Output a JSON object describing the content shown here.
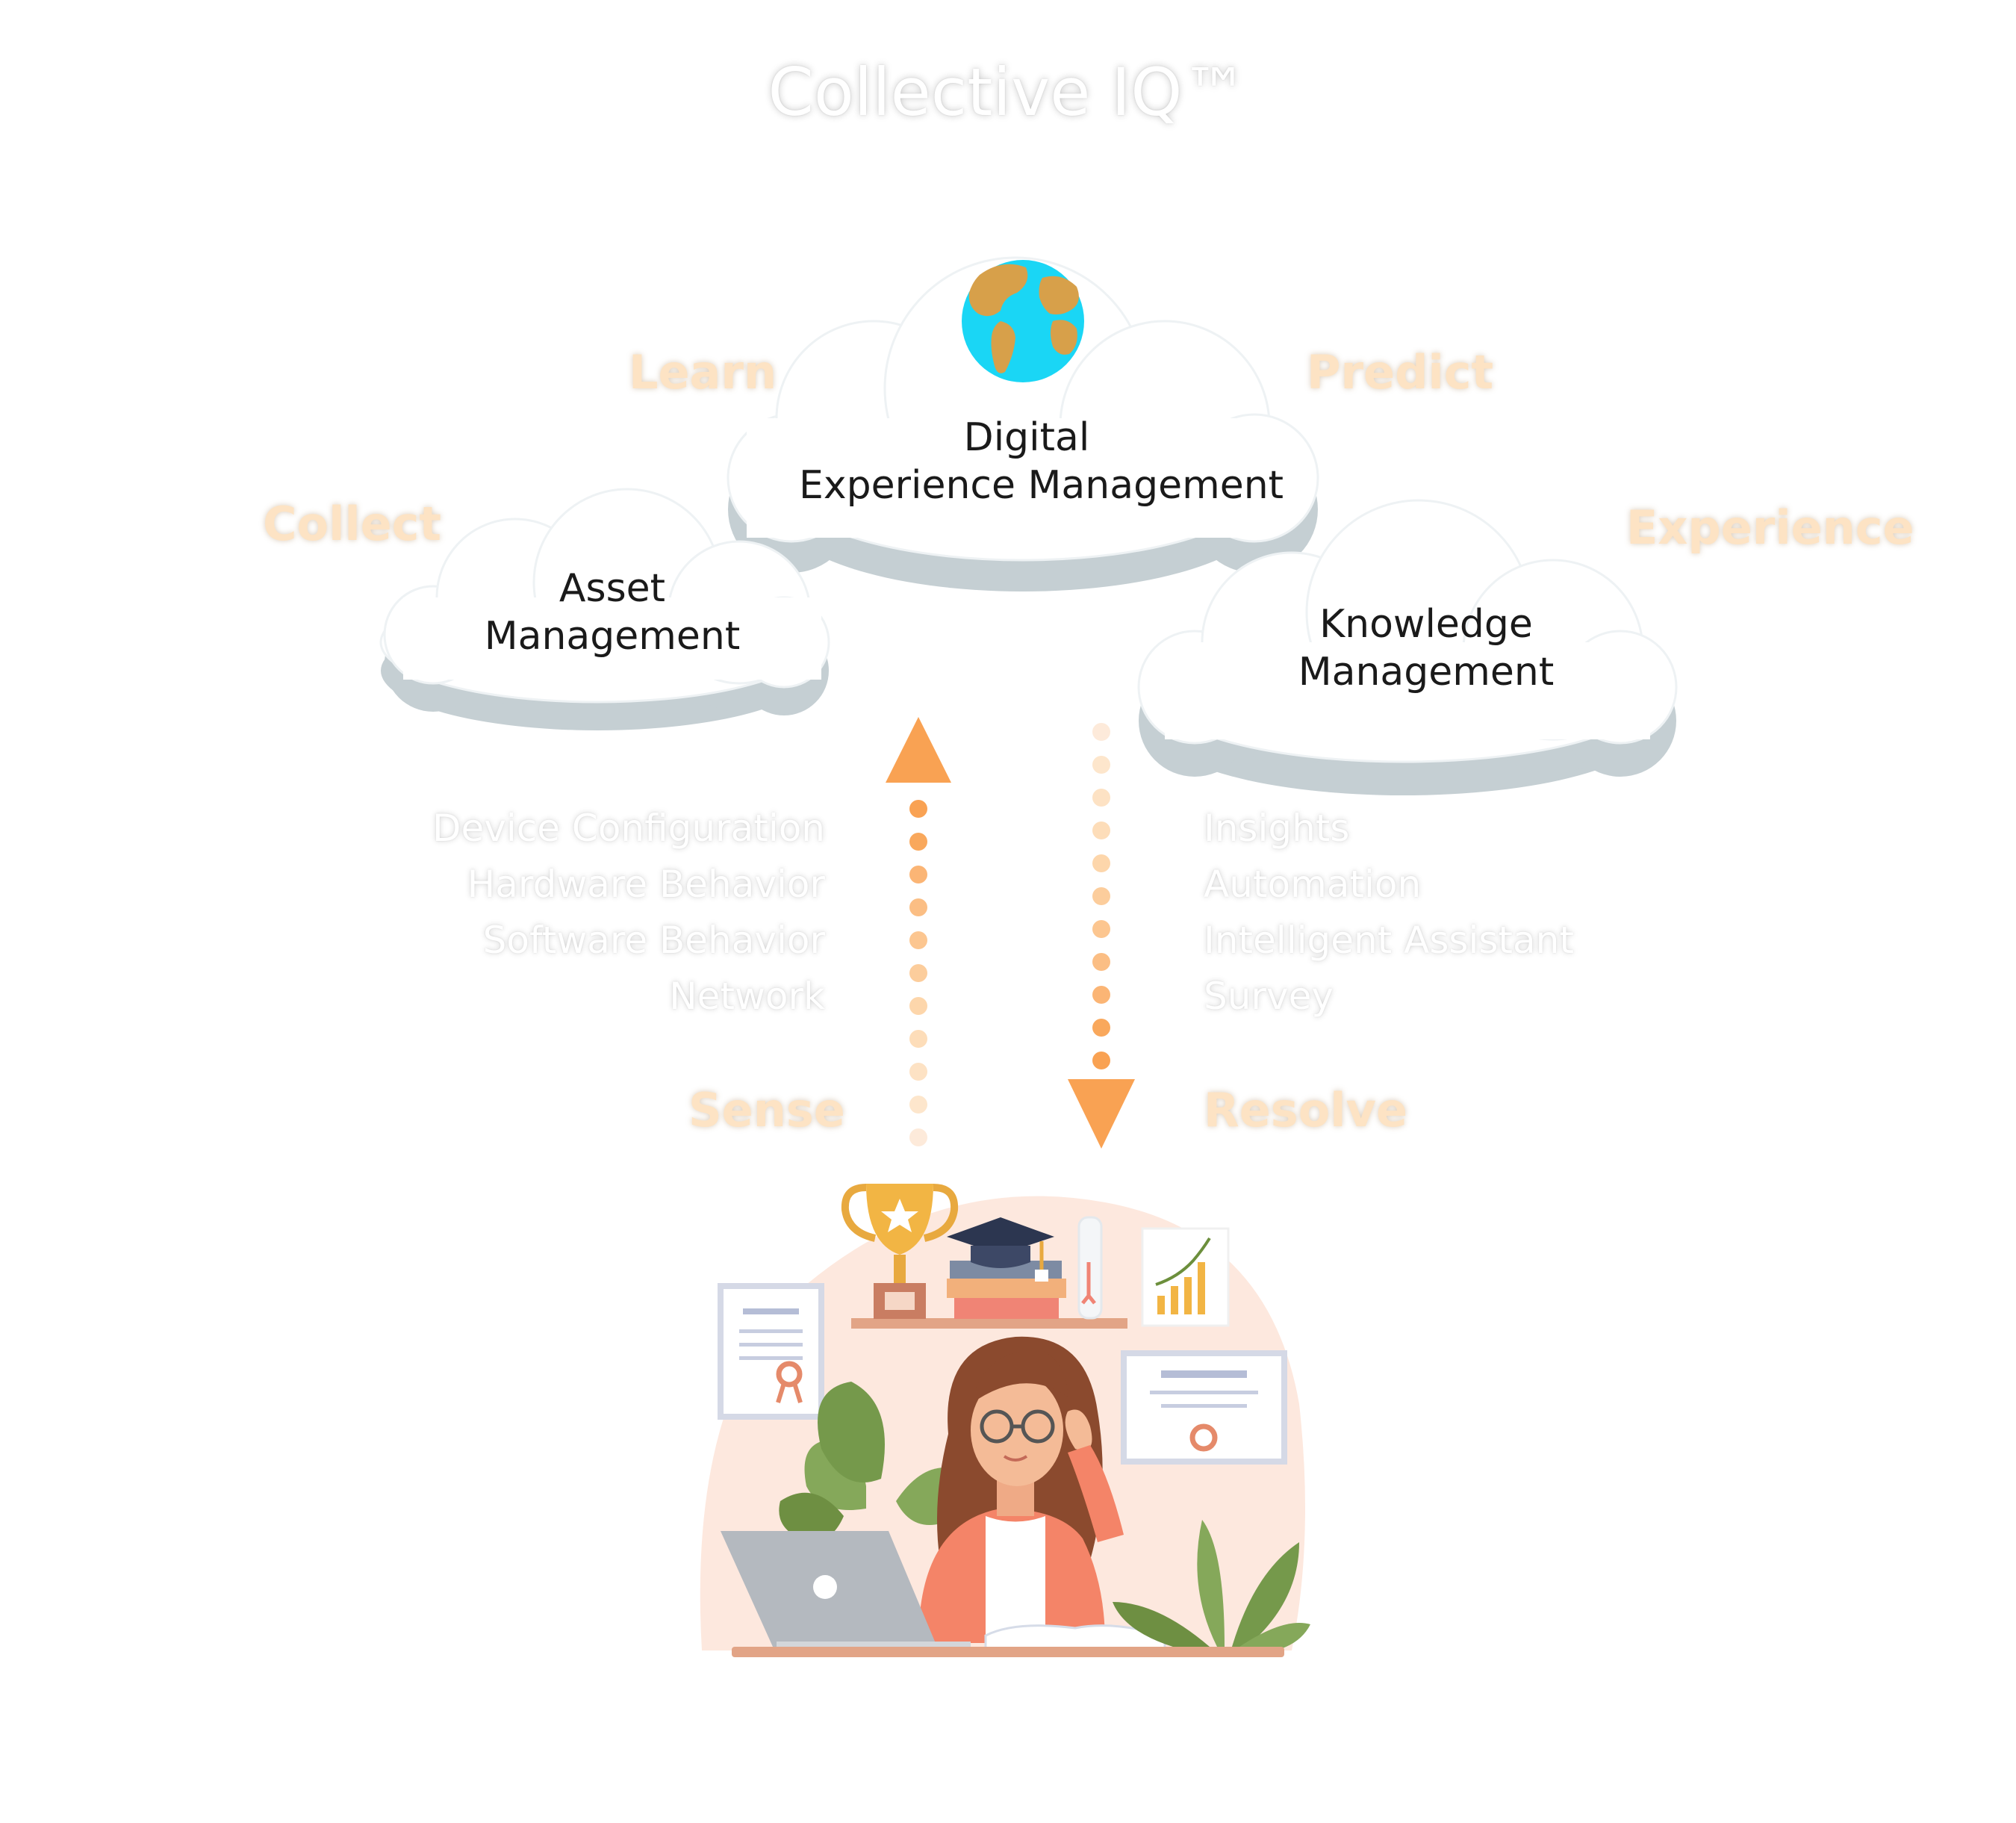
{
  "title": "Collective IQ™",
  "stages": {
    "learn": "Learn",
    "predict": "Predict",
    "collect": "Collect",
    "experience": "Experience",
    "sense": "Sense",
    "resolve": "Resolve"
  },
  "clouds": {
    "dem": {
      "line1": "Digital",
      "line2": "Experience Management"
    },
    "asset": {
      "line1": "Asset",
      "line2": "Management"
    },
    "knowledge": {
      "line1": "Knowledge",
      "line2": "Management"
    }
  },
  "sense_items": [
    "Device Configuration",
    "Hardware Behavior",
    "Software Behavior",
    "Network"
  ],
  "resolve_items": [
    "Insights",
    "Automation",
    "Intelligent Assistant",
    "Survey"
  ],
  "tagline": "",
  "colors": {
    "accent": "#f9a253",
    "accent_light": "#fde3c4",
    "cloud_shadow": "#c5cfd3",
    "globe_ocean": "#1ad6f5",
    "globe_land": "#d7a04a"
  },
  "icons": [
    "globe-icon",
    "up-arrow-icon",
    "down-arrow-icon",
    "person-at-desk-illustration"
  ]
}
